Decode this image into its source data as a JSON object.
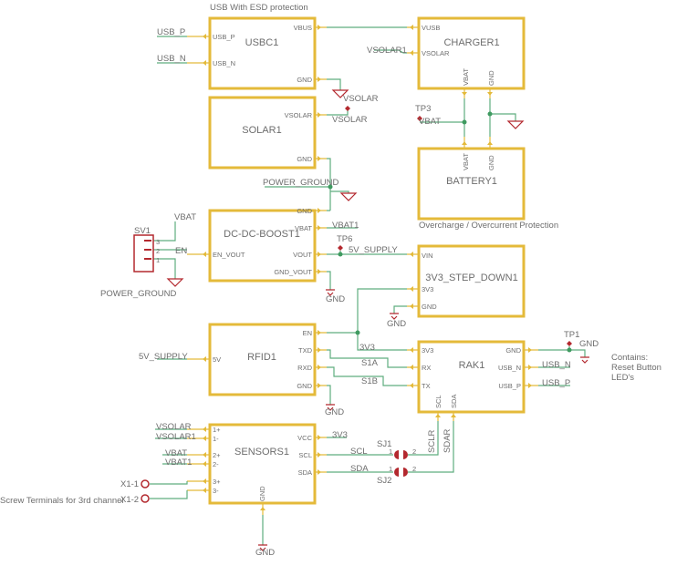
{
  "comments": {
    "usb_esd": "USB With ESD protection",
    "overcharge": "Overcharge / Overcurrent Protection",
    "contains1": "Contains:",
    "contains2": "Reset Button",
    "contains3": "LED's",
    "screw": "Screw Terminals for 3rd channel"
  },
  "blocks": {
    "usbc1": {
      "title": "USBC1",
      "pins": {
        "vbus": "VBUS",
        "usb_p": "USB_P",
        "usb_n": "USB_N",
        "gnd": "GND"
      }
    },
    "charger1": {
      "title": "CHARGER1",
      "pins": {
        "vusb": "VUSB",
        "vsolar": "VSOLAR",
        "vbat": "VBAT",
        "gnd": "GND"
      }
    },
    "solar1": {
      "title": "SOLAR1",
      "pins": {
        "vsolar": "VSOLAR",
        "gnd": "GND"
      }
    },
    "battery1": {
      "title": "BATTERY1",
      "pins": {
        "vbat": "VBAT",
        "gnd": "GND"
      }
    },
    "boost": {
      "title": "DC-DC-BOOST1",
      "pins": {
        "gnd": "GND",
        "vbat": "VBAT",
        "en_vout": "EN_VOUT",
        "vout": "VOUT",
        "gnd_vout": "GND_VOUT"
      }
    },
    "stepdown": {
      "title": "3V3_STEP_DOWN1",
      "pins": {
        "vin": "VIN",
        "v3": "3V3",
        "gnd": "GND"
      }
    },
    "rfid1": {
      "title": "RFID1",
      "pins": {
        "en": "EN",
        "v5": "5V",
        "txd": "TXD",
        "rxd": "RXD",
        "gnd": "GND"
      }
    },
    "rak1": {
      "title": "RAK1",
      "pins": {
        "v3": "3V3",
        "gnd": "GND",
        "rx": "RX",
        "usb_n": "USB_N",
        "tx": "TX",
        "usb_p": "USB_P",
        "scl": "SCL",
        "sda": "SDA"
      }
    },
    "sensors1": {
      "title": "SENSORS1",
      "pins": {
        "p1p": "1+",
        "p1m": "1-",
        "p2p": "2+",
        "p2m": "2-",
        "p3p": "3+",
        "p3m": "3-",
        "vcc": "VCC",
        "scl": "SCL",
        "sda": "SDA",
        "gnd": "GND"
      }
    }
  },
  "nets": {
    "usb_p_left": "USB_P",
    "usb_n_left": "USB_N",
    "vsolar1_charger": "VSOLAR1",
    "vsolar_usbc": "VSOLAR",
    "vsolar_solar": "VSOLAR",
    "tp3": "TP3",
    "vbat_tp3": "VBAT",
    "power_ground_mid": "POWER_GROUND",
    "vbat_sv1": "VBAT",
    "vbat1_boost": "VBAT1",
    "tp6": "TP6",
    "supply_5v": "5V_SUPPLY",
    "en": "EN",
    "power_ground_left": "POWER_GROUND",
    "gnd_boost": "GND",
    "gnd_stepdown": "GND",
    "v3_rak": "3V3",
    "s1a": "S1A",
    "s1b": "S1B",
    "supply_5v_rfid": "5V_SUPPLY",
    "gnd_rfid": "GND",
    "tp1": "TP1",
    "gnd_tp1": "GND",
    "usb_n_rak": "USB_N",
    "usb_p_rak": "USB_P",
    "sclr": "SCLR",
    "sdar": "SDAR",
    "vsolar_sens": "VSOLAR",
    "vsolar1_sens": "VSOLAR1",
    "vbat_sens": "VBAT",
    "vbat1_sens": "VBAT1",
    "v3_sens": "3V3",
    "scl_sens": "SCL",
    "sda_sens": "SDA",
    "sj1": "SJ1",
    "sj2": "SJ2",
    "sj1_1": "1",
    "sj1_2": "2",
    "sj2_1": "1",
    "sj2_2": "2",
    "x1_1": "X1-1",
    "x1_2": "X1-2",
    "gnd_sens": "GND"
  },
  "sv1": {
    "label": "SV1",
    "p3": "3",
    "p2": "2",
    "p1": "1"
  }
}
